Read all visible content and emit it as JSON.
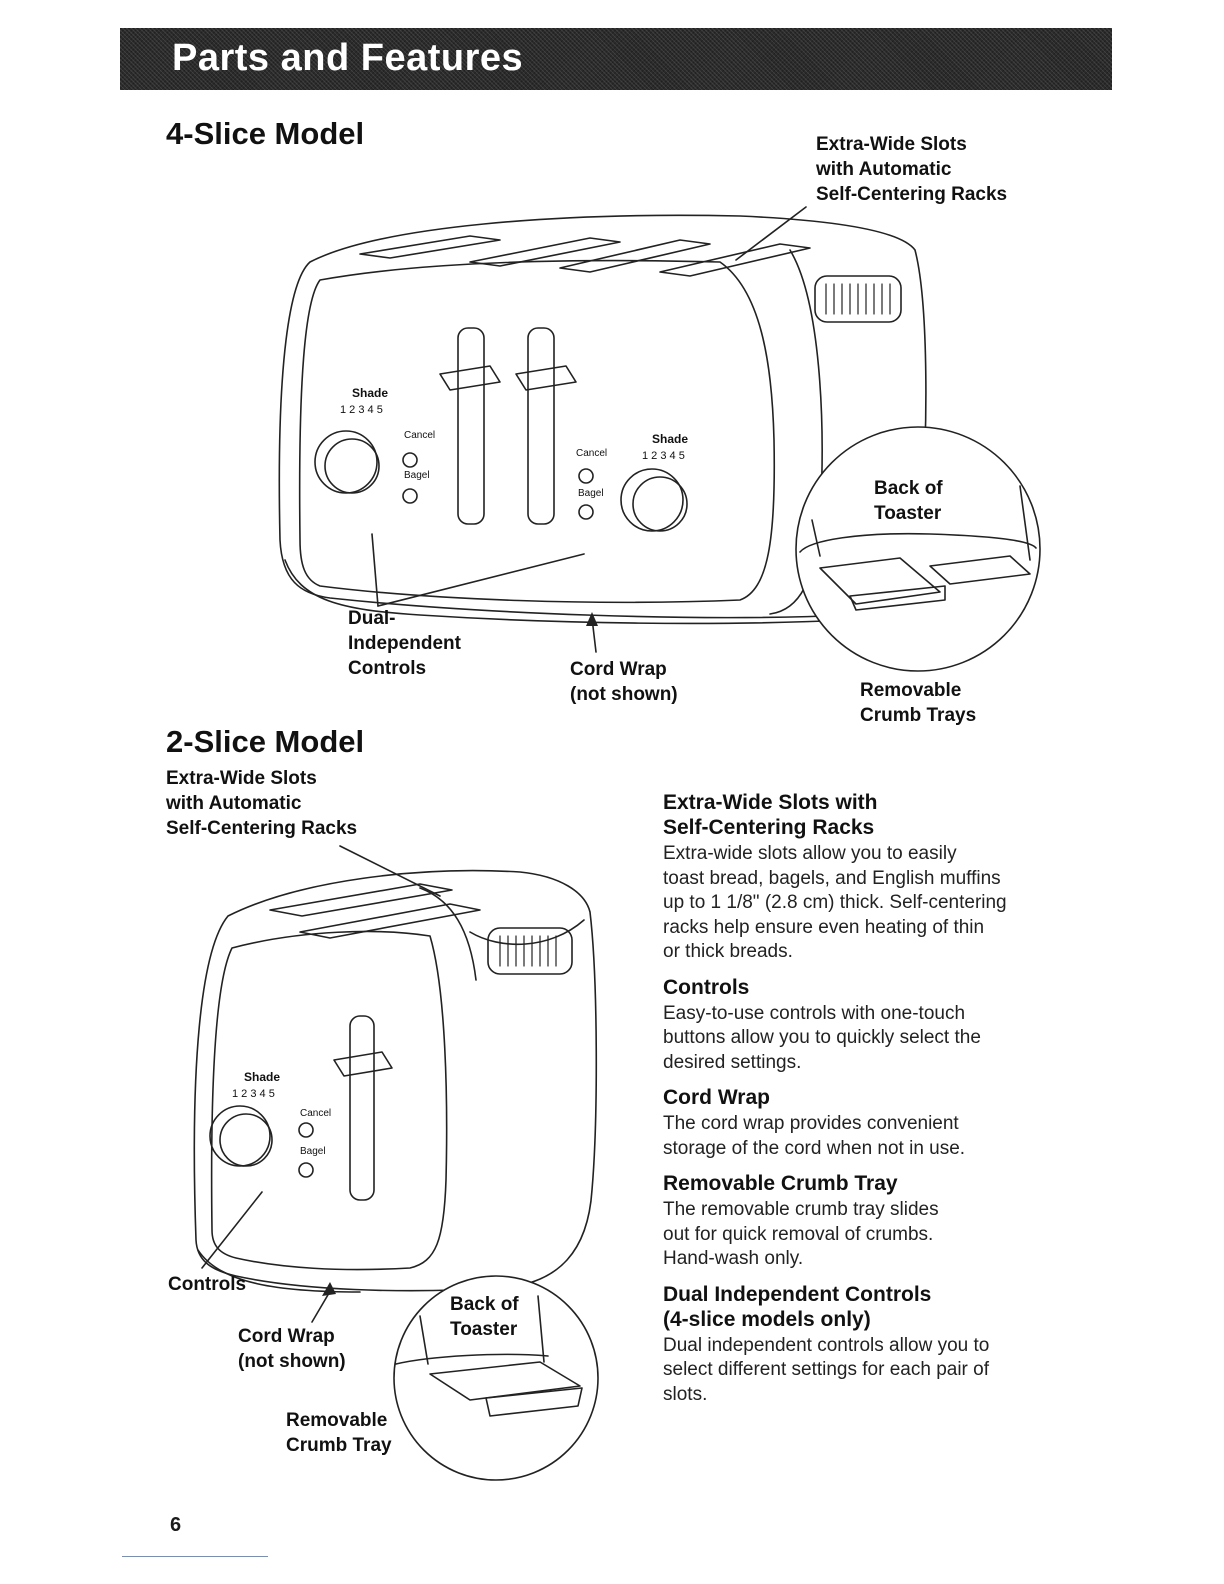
{
  "banner": {
    "title": "Parts and Features"
  },
  "model_4": {
    "heading": "4-Slice Model",
    "slots_callout": [
      "Extra-Wide Slots",
      "with Automatic",
      "Self-Centering Racks"
    ],
    "controls_callout": [
      "Dual-",
      "Independent",
      "Controls"
    ],
    "cord_callout": [
      "Cord Wrap",
      "(not shown)"
    ],
    "back_callout": [
      "Back of",
      "Toaster"
    ],
    "tray_callout": [
      "Removable",
      "Crumb Trays"
    ],
    "left_dial": {
      "shade": "Shade",
      "numbers": "1 2 3 4 5",
      "cancel": "Cancel",
      "bagel": "Bagel"
    },
    "right_dial": {
      "shade": "Shade",
      "numbers": "1 2 3 4 5",
      "cancel": "Cancel",
      "bagel": "Bagel"
    }
  },
  "model_2": {
    "heading": "2-Slice Model",
    "slots_callout": [
      "Extra-Wide Slots",
      "with Automatic",
      "Self-Centering Racks"
    ],
    "controls_callout": "Controls",
    "cord_callout": [
      "Cord Wrap",
      "(not shown)"
    ],
    "back_callout": [
      "Back of",
      "Toaster"
    ],
    "tray_callout": [
      "Removable",
      "Crumb Tray"
    ],
    "dial": {
      "shade": "Shade",
      "numbers": "1 2 3 4 5",
      "cancel": "Cancel",
      "bagel": "Bagel"
    }
  },
  "features": [
    {
      "heading": "Extra-Wide Slots with\nSelf-Centering Racks",
      "body": "Extra-wide slots allow you to easily\ntoast bread, bagels, and English muffins\nup to 1 1/8\" (2.8 cm) thick. Self-centering\nracks help ensure even heating of thin\nor thick breads."
    },
    {
      "heading": "Controls",
      "body": "Easy-to-use controls with one-touch\nbuttons allow you to quickly select the\ndesired settings."
    },
    {
      "heading": "Cord Wrap",
      "body": "The cord wrap provides convenient\nstorage of the cord when not in use."
    },
    {
      "heading": "Removable Crumb Tray",
      "body": "The removable crumb tray slides\nout for quick removal of crumbs.\nHand-wash only."
    },
    {
      "heading": "Dual Independent Controls\n(4-slice models only)",
      "body": "Dual independent controls allow you to\nselect different settings for each pair of\nslots."
    }
  ],
  "page_number": "6"
}
